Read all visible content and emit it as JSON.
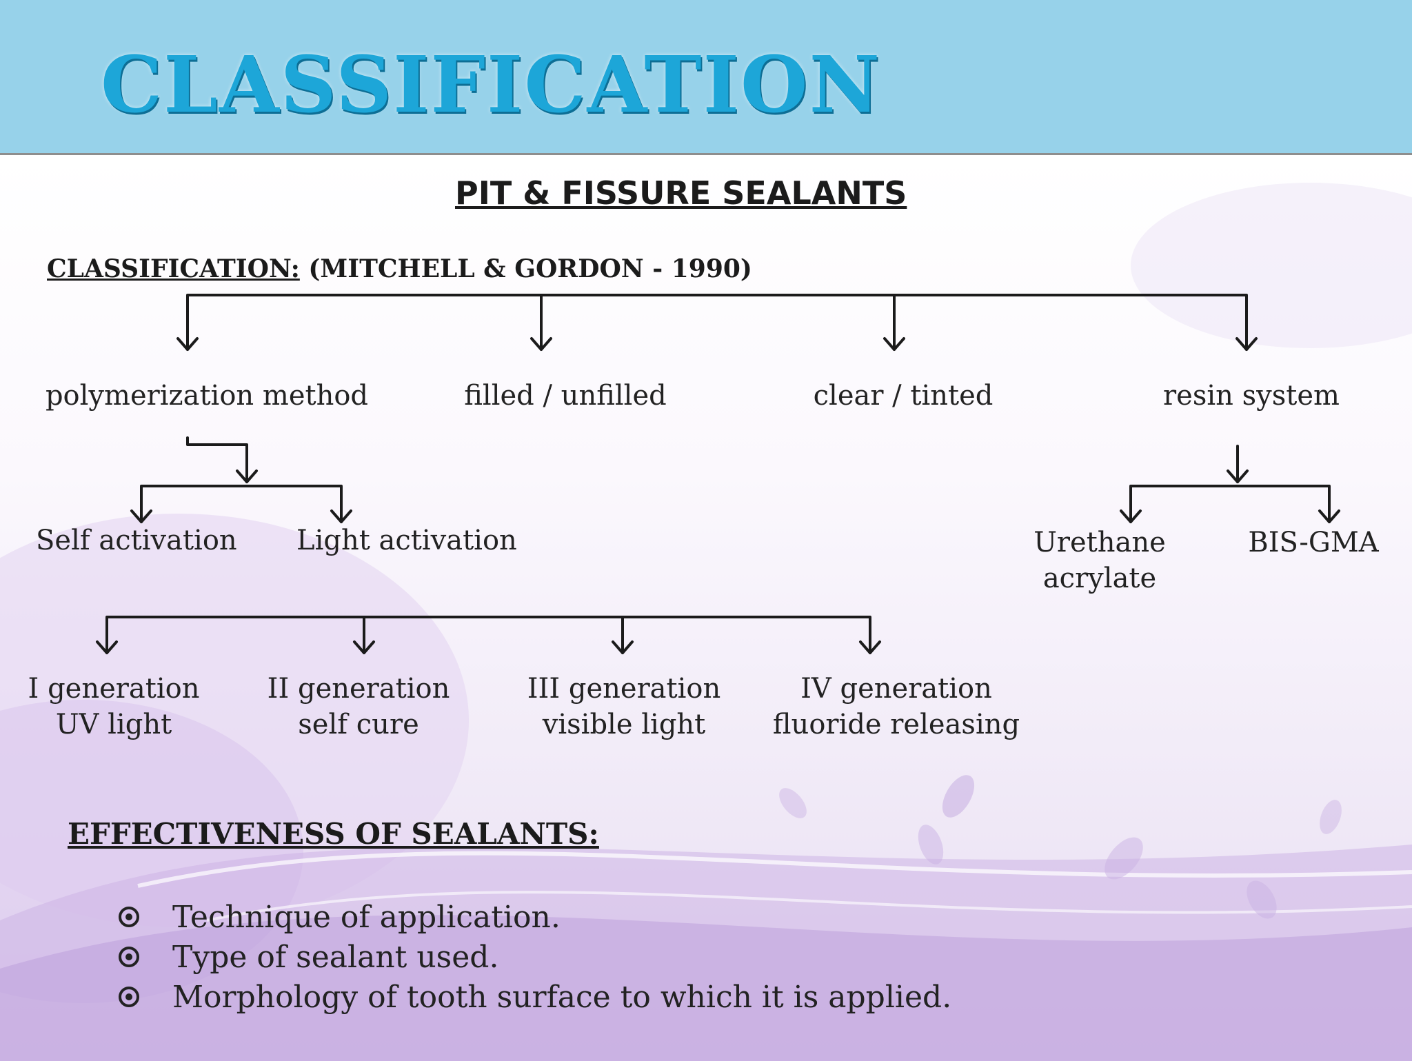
{
  "header": {
    "title": "CLASSIFICATION"
  },
  "diagram": {
    "heading": "PIT & FISSURE SEALANTS",
    "classification_label": "CLASSIFICATION:",
    "classification_source": " (MITCHELL & GORDON - 1990)",
    "categories": [
      "polymerization method",
      "filled / unfilled",
      "clear / tinted",
      "resin system"
    ],
    "activation": [
      "Self activation",
      "Light activation"
    ],
    "generations": [
      {
        "line1": "I generation",
        "line2": "UV light"
      },
      {
        "line1": "II generation",
        "line2": "self cure"
      },
      {
        "line1": "III generation",
        "line2": "visible light"
      },
      {
        "line1": "IV generation",
        "line2": "fluoride releasing"
      }
    ],
    "resin_types": [
      {
        "line1": "Urethane",
        "line2": "acrylate"
      },
      {
        "line1": "BIS-GMA",
        "line2": ""
      }
    ]
  },
  "effectiveness": {
    "heading": "EFFECTIVENESS OF SEALANTS:",
    "items": [
      "Technique of application.",
      "Type of sealant used.",
      "Morphology of tooth surface  to which it is applied."
    ]
  },
  "colors": {
    "header_bg": "#97d2ea",
    "title": "#1da6d8",
    "lavender": "#c9b2e3"
  }
}
